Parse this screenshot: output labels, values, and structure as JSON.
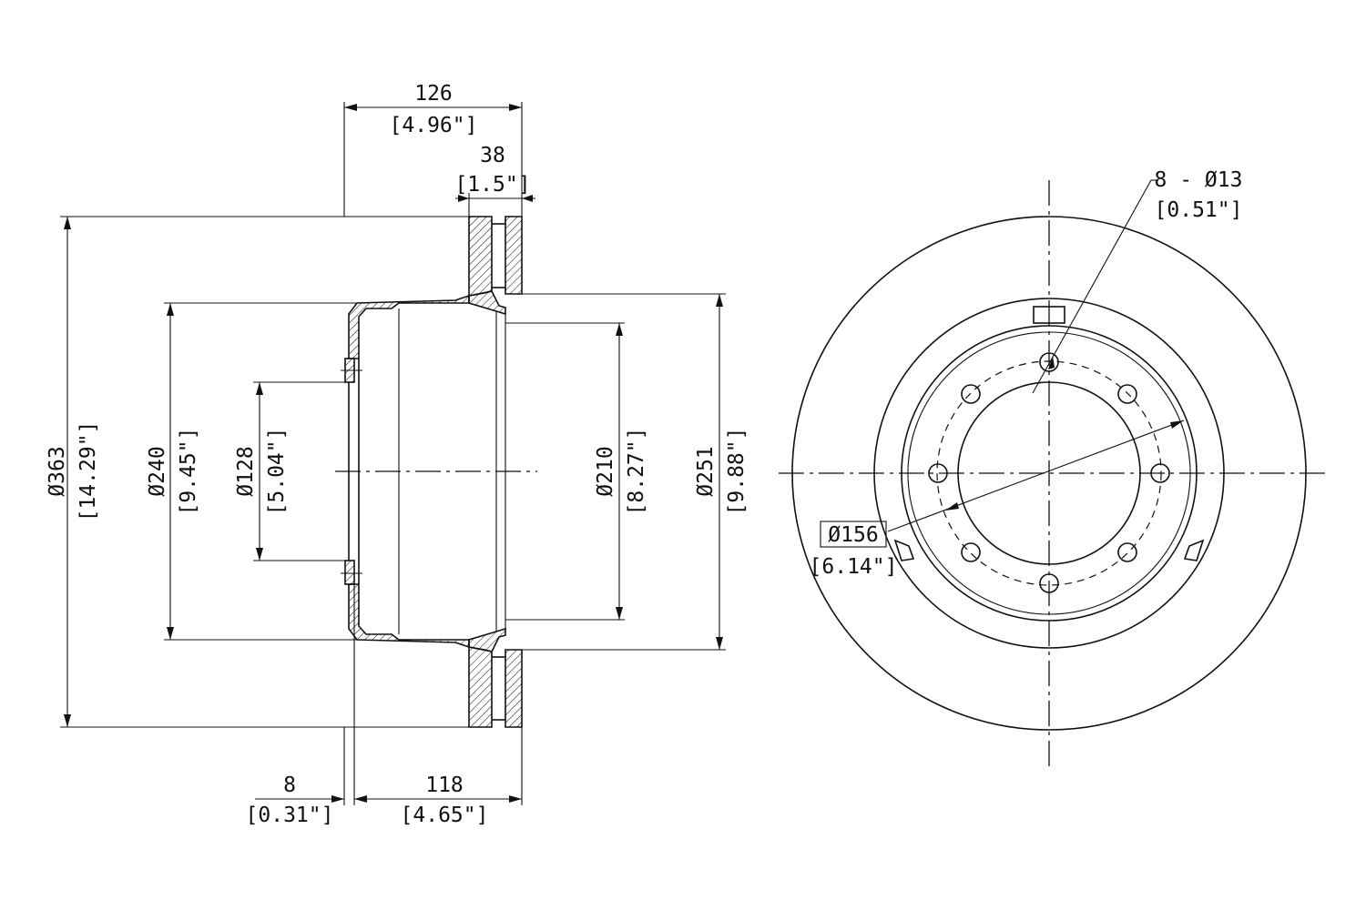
{
  "dimensions": {
    "overall_width": {
      "mm": "126",
      "inch": "[4.96\"]"
    },
    "disc_width": {
      "mm": "38",
      "inch": "[1.5\"]"
    },
    "outer_diameter": {
      "mm": "Ø363",
      "inch": "[14.29\"]"
    },
    "hat_diameter": {
      "mm": "Ø240",
      "inch": "[9.45\"]"
    },
    "center_bore": {
      "mm": "Ø128",
      "inch": "[5.04\"]"
    },
    "inner_diameter": {
      "mm": "Ø210",
      "inch": "[8.27\"]"
    },
    "friction_inner": {
      "mm": "Ø251",
      "inch": "[9.88\"]"
    },
    "hat_thickness": {
      "mm": "8",
      "inch": "[0.31\"]"
    },
    "hat_height": {
      "mm": "118",
      "inch": "[4.65\"]"
    },
    "bolt_holes": {
      "mm": "8 - Ø13",
      "inch": "[0.51\"]"
    },
    "bolt_circle": {
      "mm": "Ø156",
      "inch": "[6.14\"]"
    }
  }
}
